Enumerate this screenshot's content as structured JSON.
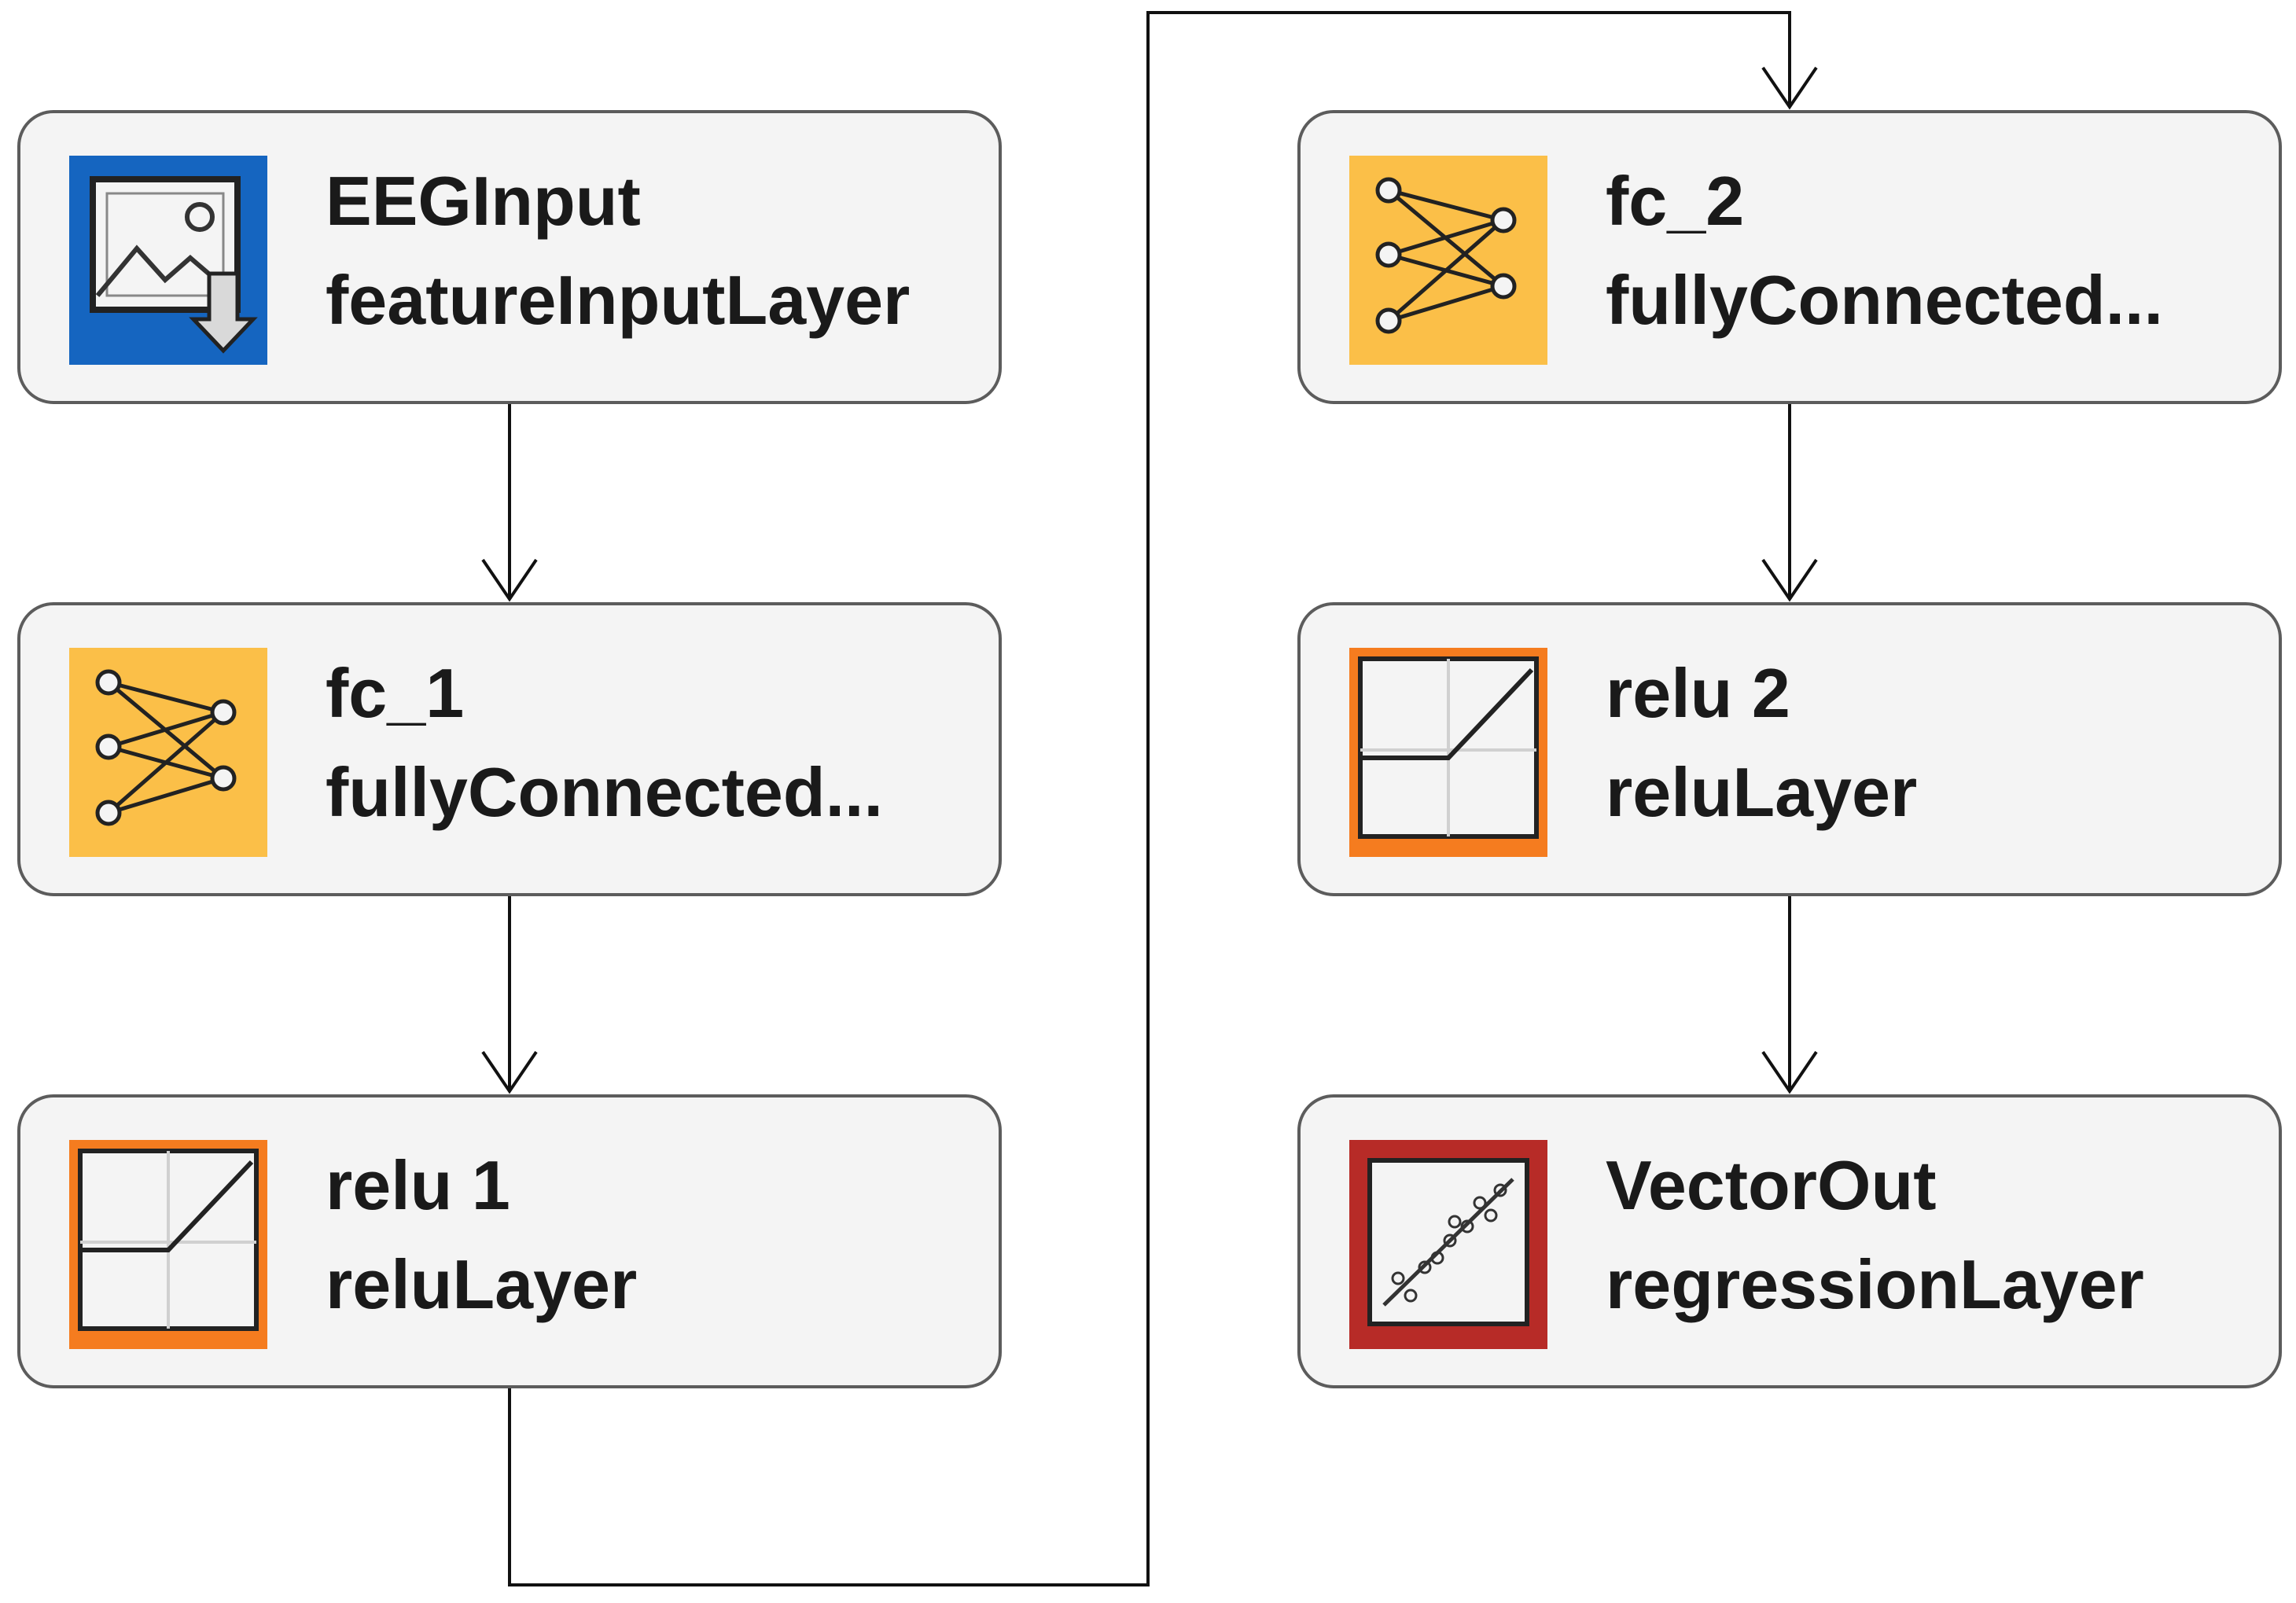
{
  "layers": [
    {
      "name": "EEGInput",
      "type": "featureInputLayer",
      "icon": "image-input-icon"
    },
    {
      "name": "fc_1",
      "type": "fullyConnected...",
      "icon": "fully-connected-icon"
    },
    {
      "name": "relu 1",
      "type": "reluLayer",
      "icon": "relu-icon"
    },
    {
      "name": "fc_2",
      "type": "fullyConnected...",
      "icon": "fully-connected-icon"
    },
    {
      "name": "relu 2",
      "type": "reluLayer",
      "icon": "relu-icon"
    },
    {
      "name": "VectorOut",
      "type": "regressionLayer",
      "icon": "regression-icon"
    }
  ],
  "connections": [
    {
      "from": "EEGInput",
      "to": "fc_1"
    },
    {
      "from": "fc_1",
      "to": "relu 1"
    },
    {
      "from": "relu 1",
      "to": "fc_2"
    },
    {
      "from": "fc_2",
      "to": "relu 2"
    },
    {
      "from": "relu 2",
      "to": "VectorOut"
    }
  ],
  "colors": {
    "node_fill": "#f4f4f4",
    "node_border": "#5c5c5c",
    "input_icon": "#1565c0",
    "fully_connected_icon": "#fbbf48",
    "relu_icon_accent": "#f57c1f",
    "regression_icon": "#b72b27",
    "wire": "#111111"
  }
}
